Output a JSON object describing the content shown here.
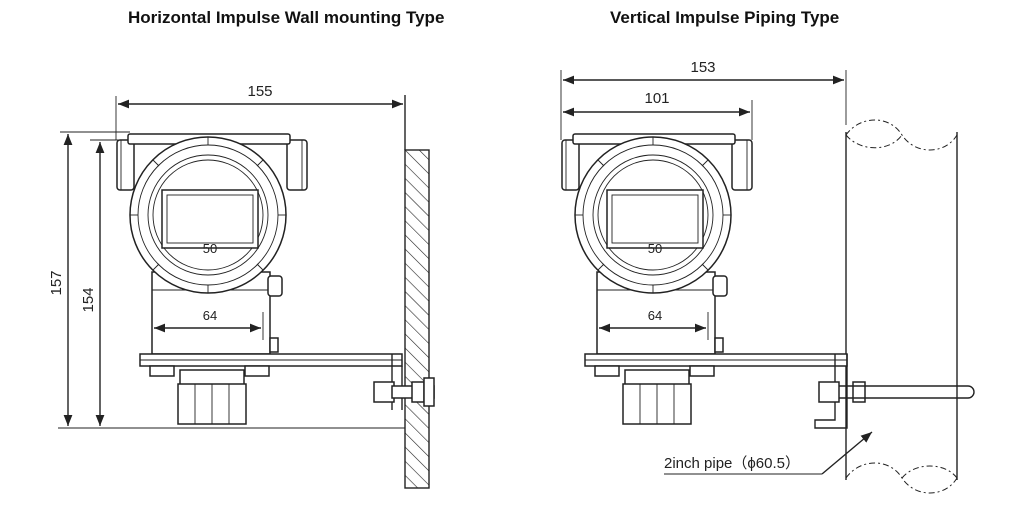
{
  "titles": {
    "horizontal": "Horizontal Impulse Wall mounting Type",
    "vertical": "Vertical Impulse Piping Type"
  },
  "left_view": {
    "width_overall": "155",
    "height_overall": "157",
    "height_inner": "154",
    "bracket_width": "64",
    "display_small_label": "50"
  },
  "right_view": {
    "width_overall": "153",
    "width_inner": "101",
    "bracket_width": "64",
    "display_small_label": "50",
    "pipe_label": "2inch pipe（ϕ60.5）"
  },
  "colors": {
    "line": "#222222",
    "background": "#ffffff"
  }
}
